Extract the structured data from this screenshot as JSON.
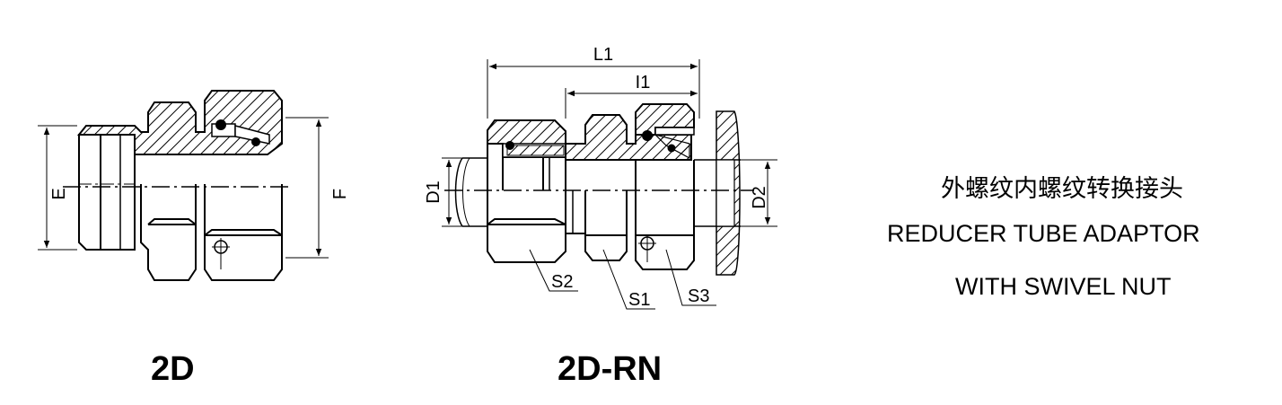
{
  "figure_2d": {
    "caption": "2D",
    "labels": {
      "e": "E",
      "f": "F"
    }
  },
  "figure_2d_rn": {
    "caption": "2D-RN",
    "labels": {
      "l1": "L1",
      "i1": "I1",
      "d1": "D1",
      "d2": "D2",
      "s1": "S1",
      "s2": "S2",
      "s3": "S3"
    }
  },
  "description": {
    "title_cn": "外螺纹内螺纹转换接头",
    "title_en_line1": "REDUCER TUBE ADAPTOR",
    "title_en_line2": "WITH SWIVEL NUT"
  }
}
